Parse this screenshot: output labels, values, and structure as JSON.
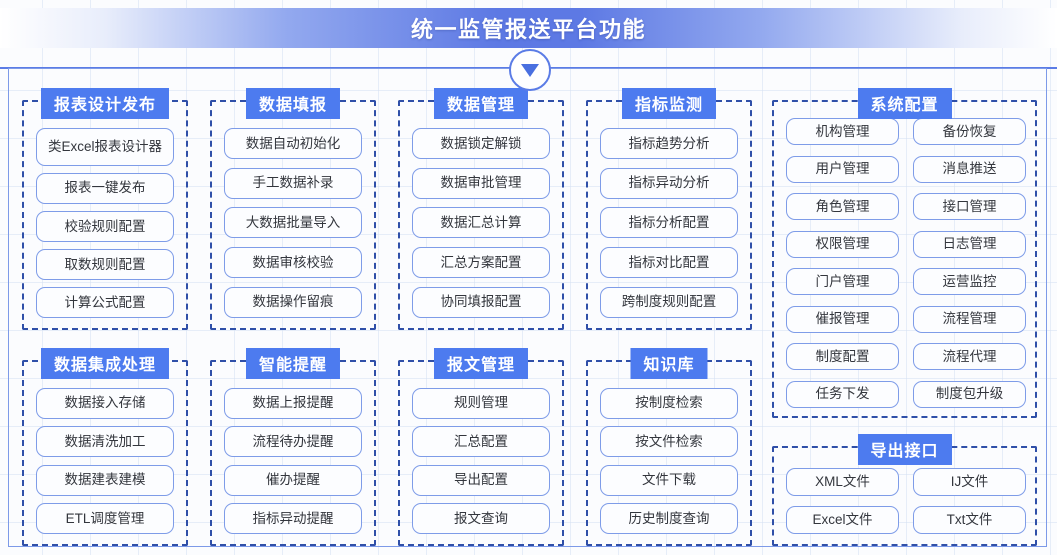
{
  "banner": {
    "title": "统一监管报送平台功能"
  },
  "marker": {
    "icon": "triangle-down-icon"
  },
  "groups": [
    {
      "id": "report",
      "title": "报表设计发布",
      "items": [
        "类Excel报表设计器",
        "报表一键发布",
        "校验规则配置",
        "取数规则配置",
        "计算公式配置"
      ]
    },
    {
      "id": "fill",
      "title": "数据填报",
      "items": [
        "数据自动初始化",
        "手工数据补录",
        "大数据批量导入",
        "数据审核校验",
        "数据操作留痕"
      ]
    },
    {
      "id": "datamgmt",
      "title": "数据管理",
      "items": [
        "数据锁定解锁",
        "数据审批管理",
        "数据汇总计算",
        "汇总方案配置",
        "协同填报配置"
      ]
    },
    {
      "id": "indicator",
      "title": "指标监测",
      "items": [
        "指标趋势分析",
        "指标异动分析",
        "指标分析配置",
        "指标对比配置",
        "跨制度规则配置"
      ]
    },
    {
      "id": "integration",
      "title": "数据集成处理",
      "items": [
        "数据接入存储",
        "数据清洗加工",
        "数据建表建模",
        "ETL调度管理"
      ]
    },
    {
      "id": "remind",
      "title": "智能提醒",
      "items": [
        "数据上报提醒",
        "流程待办提醒",
        "催办提醒",
        "指标异动提醒"
      ]
    },
    {
      "id": "message",
      "title": "报文管理",
      "items": [
        "规则管理",
        "汇总配置",
        "导出配置",
        "报文查询"
      ]
    },
    {
      "id": "knowledge",
      "title": "知识库",
      "items": [
        "按制度检索",
        "按文件检索",
        "文件下载",
        "历史制度查询"
      ]
    },
    {
      "id": "sysconfig",
      "title": "系统配置",
      "items": [
        "机构管理",
        "备份恢复",
        "用户管理",
        "消息推送",
        "角色管理",
        "接口管理",
        "权限管理",
        "日志管理",
        "门户管理",
        "运营监控",
        "催报管理",
        "流程管理",
        "制度配置",
        "流程代理",
        "任务下发",
        "制度包升级"
      ]
    },
    {
      "id": "export",
      "title": "导出接口",
      "items": [
        "XML文件",
        "IJ文件",
        "Excel文件",
        "Txt文件"
      ]
    }
  ],
  "colors": {
    "banner_center": "#5d79e4",
    "group_header_bg": "#4d7bef",
    "group_border": "#2f4fa8",
    "pill_border": "#7e9ce8",
    "frame_border": "#7d9ae8",
    "text_dark": "#33363d"
  }
}
